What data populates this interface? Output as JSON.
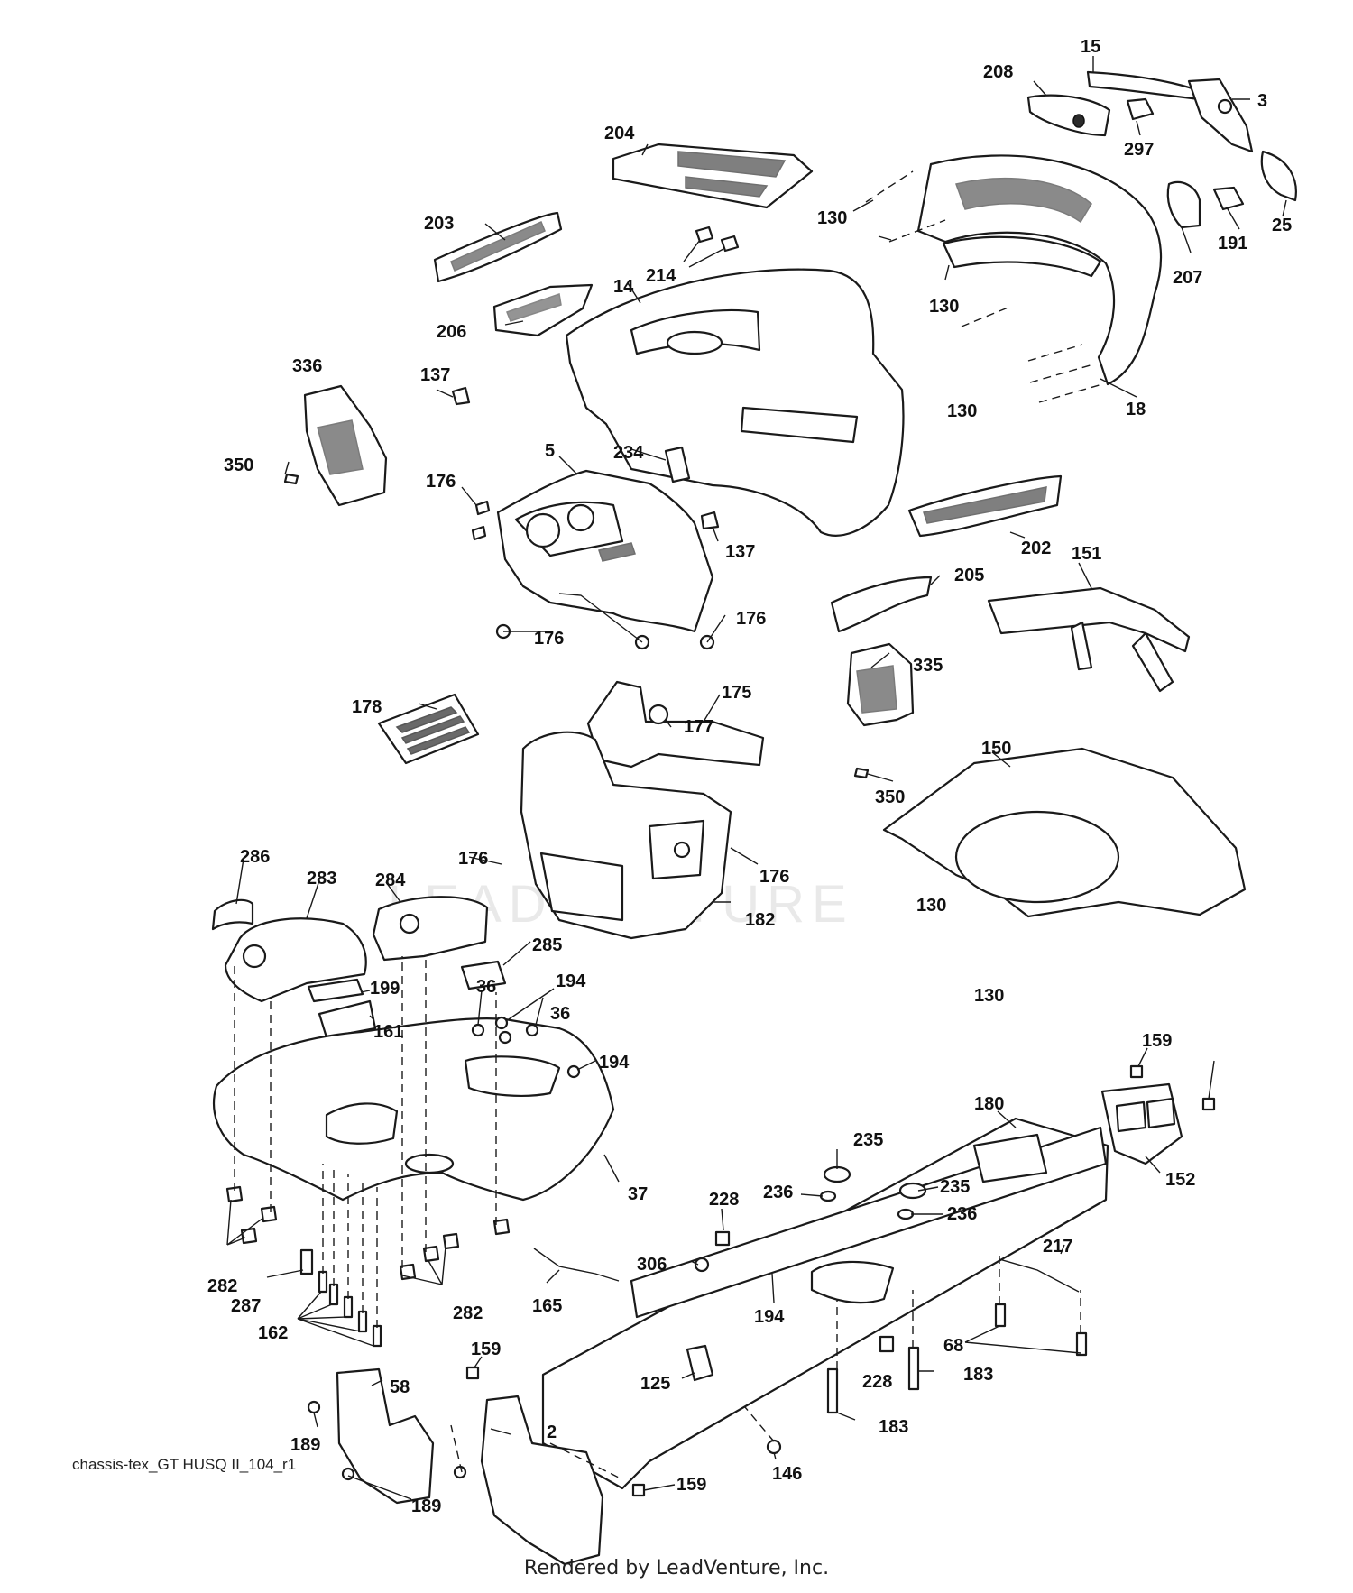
{
  "watermark": "LEADVENTURE",
  "footer": {
    "diagram_id": "chassis-tex_GT HUSQ II_104_r1",
    "credit": "Rendered by LeadVenture, Inc."
  },
  "callouts": {
    "c15": "15",
    "c208": "208",
    "c3": "3",
    "c297": "297",
    "c25": "25",
    "c191": "191",
    "c207": "207",
    "c204": "204",
    "c130a": "130",
    "c130b": "130",
    "c130c": "130",
    "c130d": "130",
    "c130e": "130",
    "c203": "203",
    "c214": "214",
    "c14": "14",
    "c206": "206",
    "c18": "18",
    "c336": "336",
    "c137a": "137",
    "c137b": "137",
    "c350a": "350",
    "c350b": "350",
    "c234": "234",
    "c5": "5",
    "c176a": "176",
    "c176b": "176",
    "c176c": "176",
    "c176d": "176",
    "c176e": "176",
    "c202": "202",
    "c151": "151",
    "c205": "205",
    "c335": "335",
    "c175": "175",
    "c177": "177",
    "c178": "178",
    "c150": "150",
    "c182": "182",
    "c286": "286",
    "c283": "283",
    "c284": "284",
    "c285": "285",
    "c199": "199",
    "c161": "161",
    "c36a": "36",
    "c36b": "36",
    "c194a": "194",
    "c194b": "194",
    "c194c": "194",
    "c37": "37",
    "c159a": "159",
    "c159b": "159",
    "c159c": "159",
    "c180": "180",
    "c152": "152",
    "c235a": "235",
    "c235b": "235",
    "c236a": "236",
    "c236b": "236",
    "c228a": "228",
    "c228b": "228",
    "c217": "217",
    "c306": "306",
    "c282a": "282",
    "c282b": "282",
    "c287": "287",
    "c165": "165",
    "c162": "162",
    "c68": "68",
    "c183a": "183",
    "c183b": "183",
    "c125": "125",
    "c58": "58",
    "c189a": "189",
    "c189b": "189",
    "c2": "2",
    "c146": "146"
  }
}
